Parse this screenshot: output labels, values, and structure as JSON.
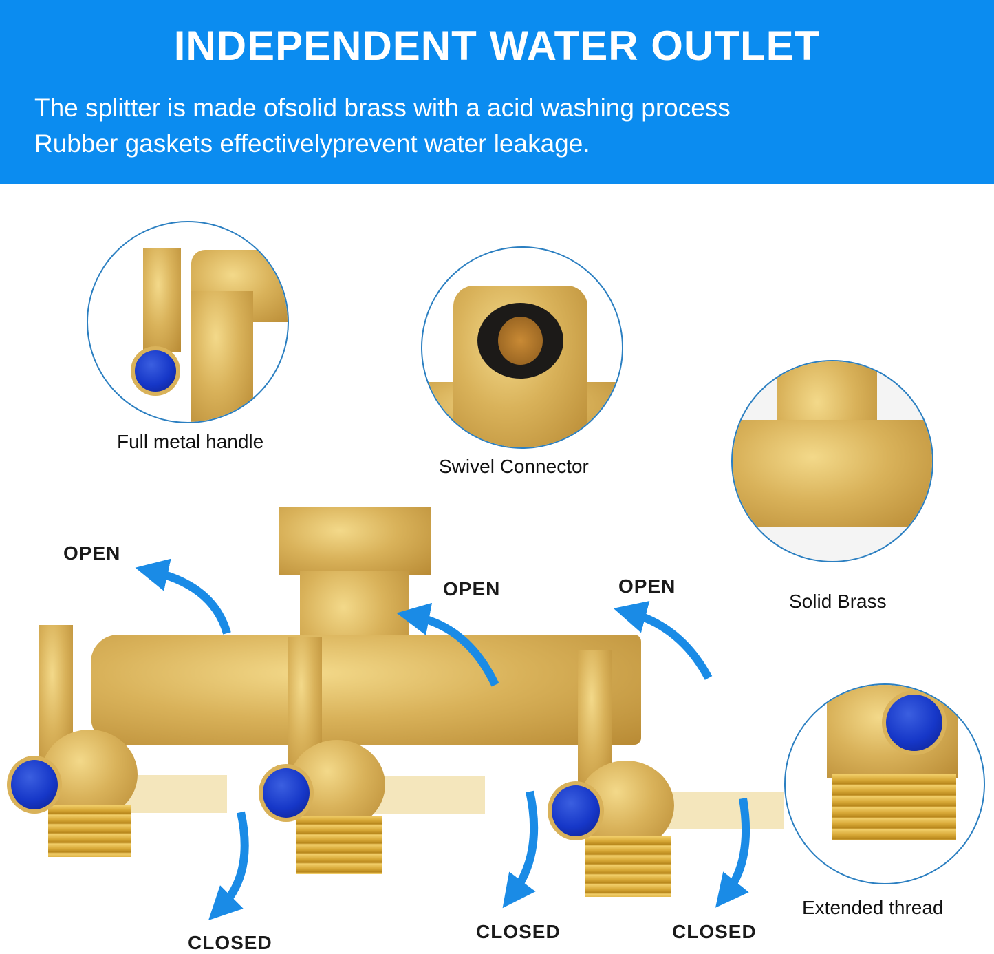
{
  "banner": {
    "title": "INDEPENDENT WATER OUTLET",
    "lines": [
      "The splitter is made ofsolid brass with a acid washing process",
      "Rubber gaskets effectivelyprevent water leakage."
    ],
    "background_color": "#0b8cf0"
  },
  "features": [
    {
      "caption": "Full metal handle",
      "icon": "handle-closeup"
    },
    {
      "caption": "Swivel Connector",
      "icon": "swivel-connector-closeup"
    },
    {
      "caption": "Solid Brass",
      "icon": "brass-tee-closeup"
    },
    {
      "caption": "Extended thread",
      "icon": "thread-closeup"
    }
  ],
  "valve_labels": {
    "open": [
      "OPEN",
      "OPEN",
      "OPEN"
    ],
    "closed": [
      "CLOSED",
      "CLOSED",
      "CLOSED"
    ]
  },
  "colors": {
    "accent_blue": "#0b8cf0",
    "arrow_blue": "#1a8be6",
    "circle_border": "#2b7fc1",
    "brass": "#d9b25a",
    "cap_blue": "#1637c8"
  }
}
